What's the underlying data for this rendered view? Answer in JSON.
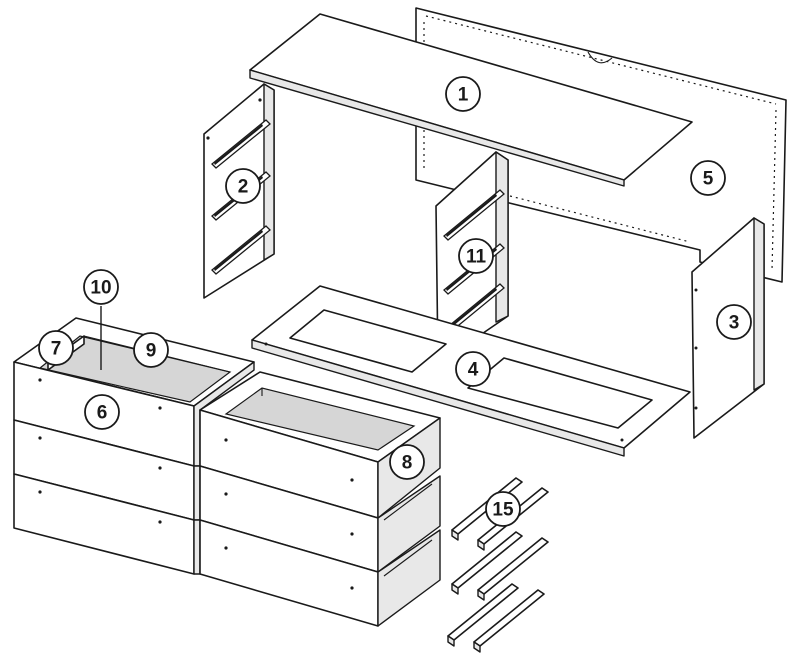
{
  "callouts": [
    {
      "key": "1",
      "text": "1"
    },
    {
      "key": "2",
      "text": "2"
    },
    {
      "key": "3",
      "text": "3"
    },
    {
      "key": "4",
      "text": "4"
    },
    {
      "key": "5",
      "text": "5"
    },
    {
      "key": "6",
      "text": "6"
    },
    {
      "key": "7",
      "text": "7"
    },
    {
      "key": "8",
      "text": "8"
    },
    {
      "key": "9",
      "text": "9"
    },
    {
      "key": "10",
      "text": "10"
    },
    {
      "key": "11",
      "text": "11"
    },
    {
      "key": "15",
      "text": "15"
    }
  ]
}
